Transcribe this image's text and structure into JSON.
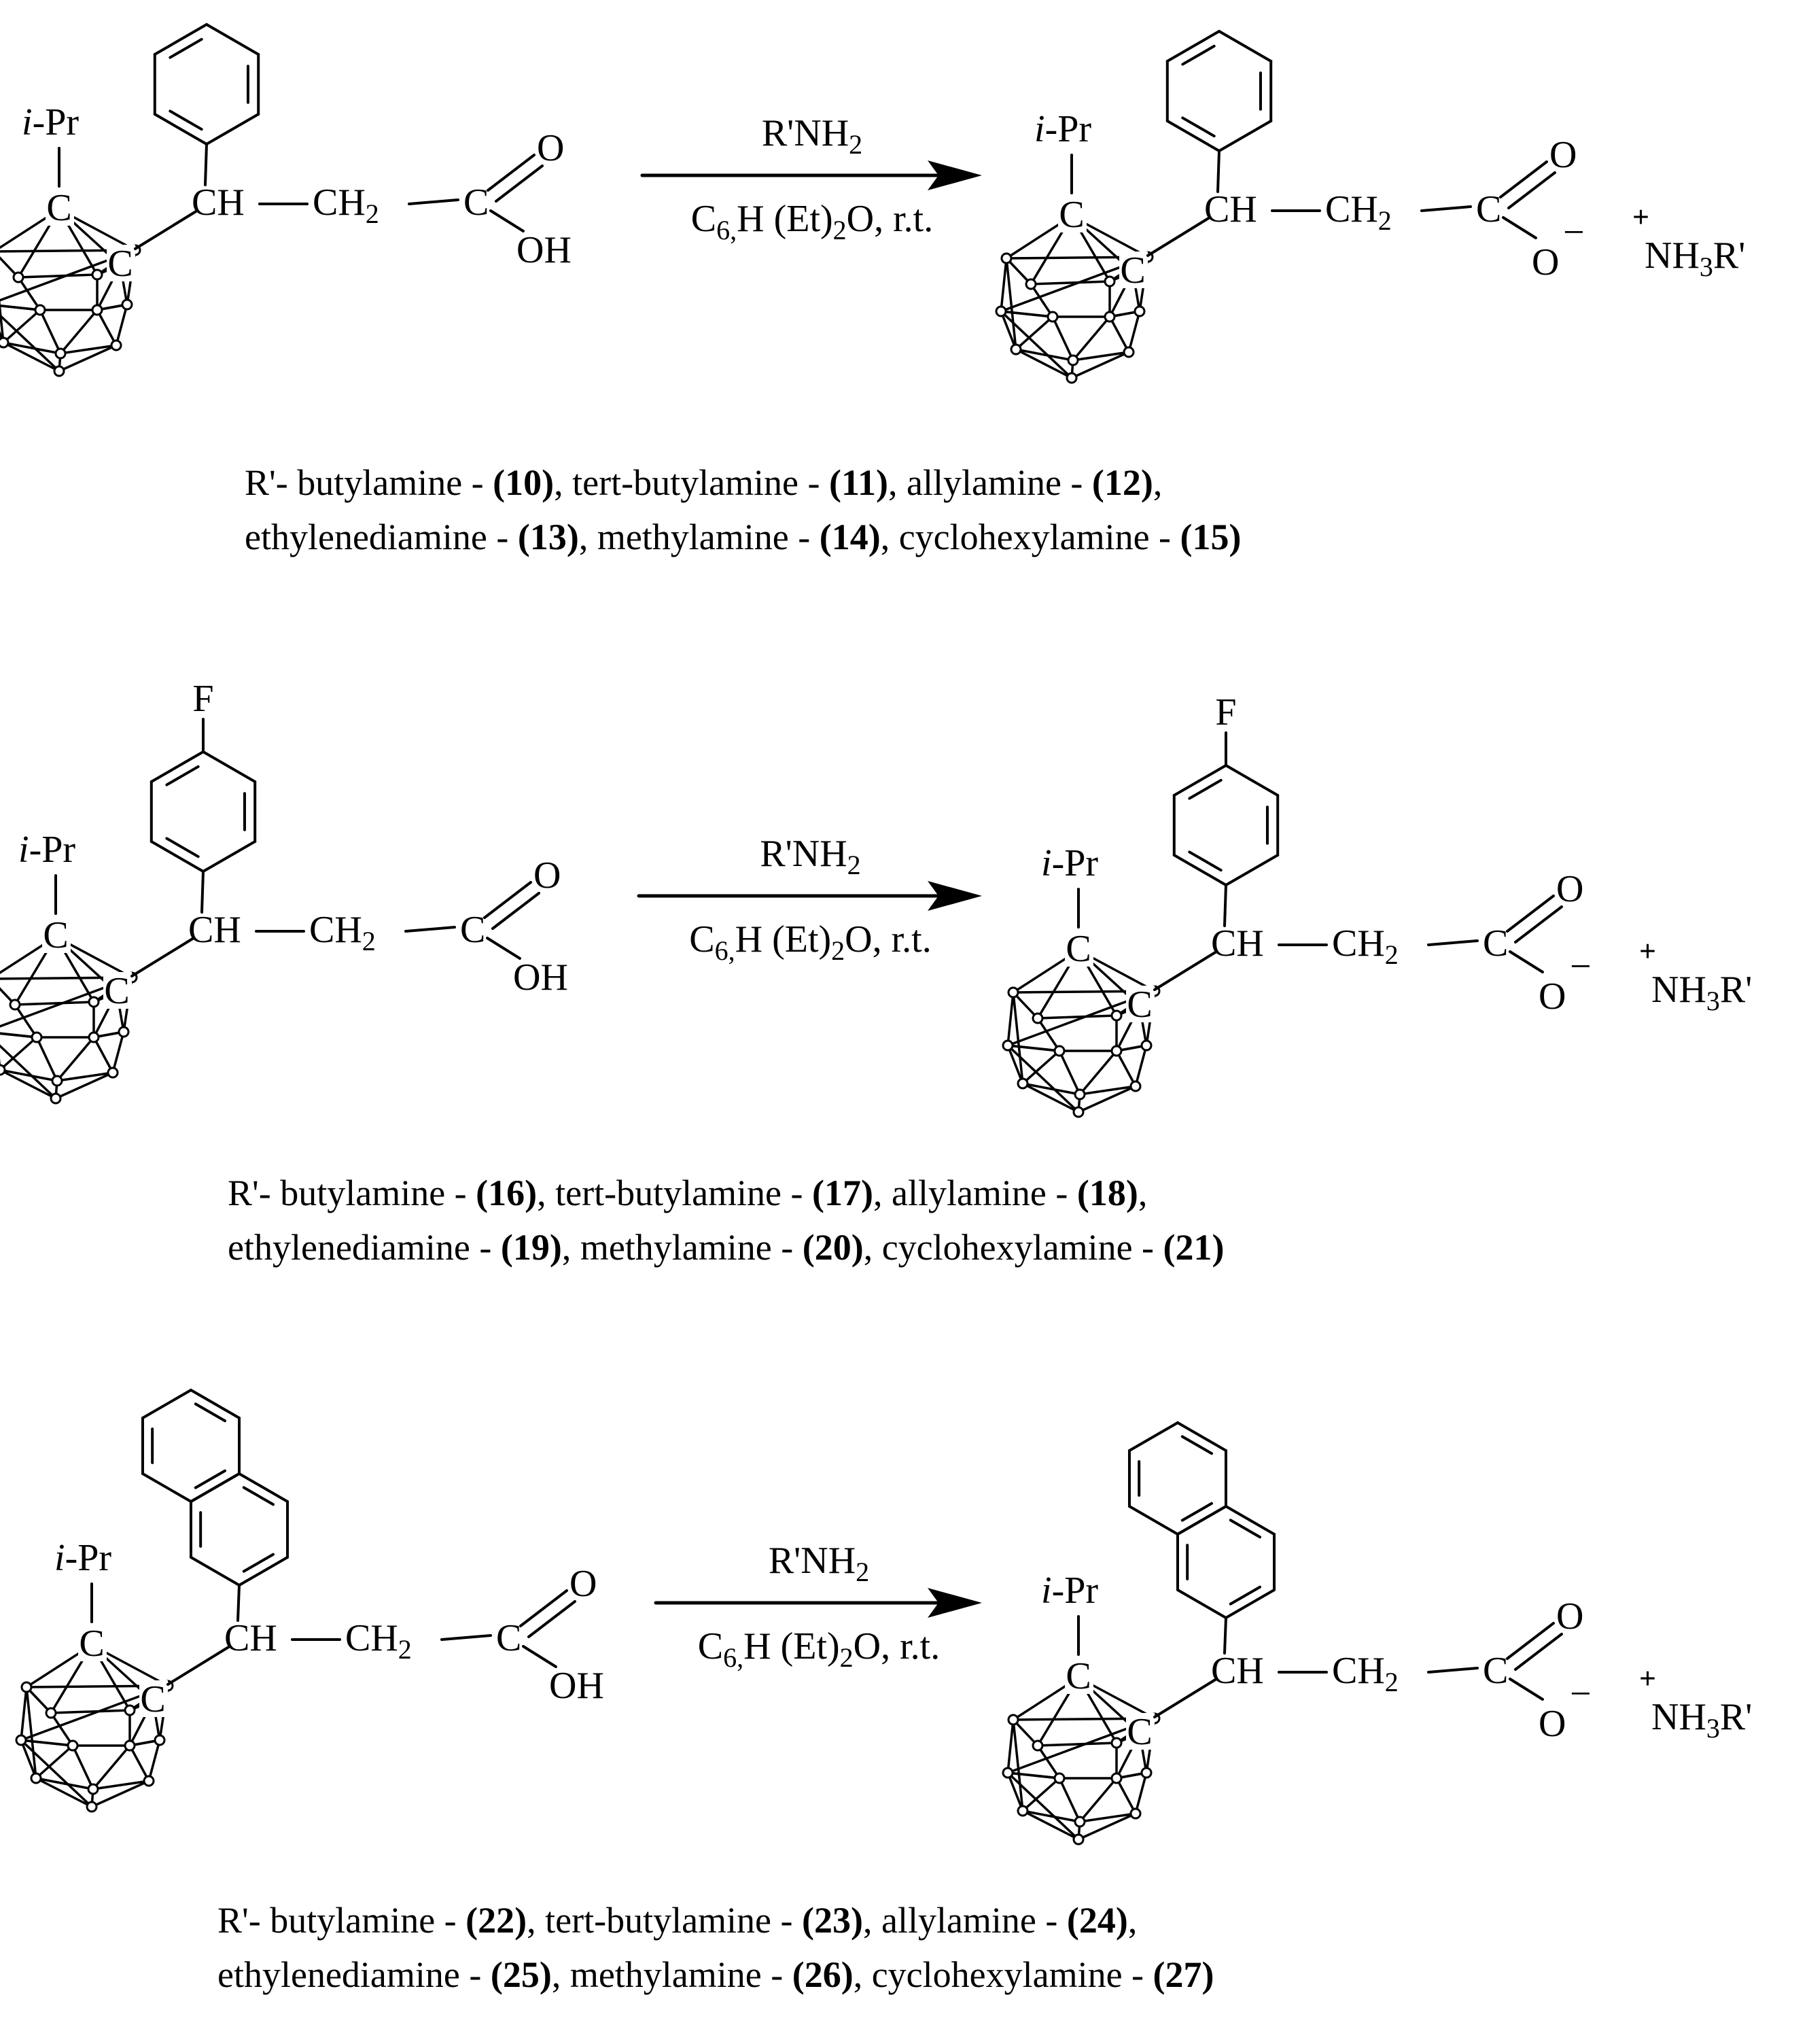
{
  "labels": {
    "ipr": "i-Pr",
    "ipr_italic": "i",
    "ipr_rest": "-Pr",
    "C": "C",
    "CH": "CH",
    "CH2": "CH",
    "O": "O",
    "OH": "OH",
    "Ominus": "O",
    "minus": "−",
    "plus": "+",
    "NH3R_a": "NH",
    "NH3R_b": "R'",
    "sub2": "2",
    "sub3": "3",
    "sub6": "6",
    "F": "F"
  },
  "reagent": {
    "top_a": "R'NH",
    "top_sub": "2",
    "bottom_c": "C",
    "bottom_sub": "6,",
    "bottom_h": "H",
    "bottom_rest_a": " (Et)",
    "bottom_rest_sub": "2",
    "bottom_rest_b": "O, r.t."
  },
  "schemes": [
    {
      "substituent": "phenyl",
      "caption_line1": [
        {
          "t": "R'- butylamine - "
        },
        {
          "t": "(10)",
          "b": true
        },
        {
          "t": ", tert-butylamine - "
        },
        {
          "t": "(11)",
          "b": true
        },
        {
          "t": ", allylamine - "
        },
        {
          "t": "(12)",
          "b": true
        },
        {
          "t": ","
        }
      ],
      "caption_line2": [
        {
          "t": "ethylenediamine - "
        },
        {
          "t": "(13)",
          "b": true
        },
        {
          "t": ", methylamine - "
        },
        {
          "t": "(14)",
          "b": true
        },
        {
          "t": ", cyclohexylamine - "
        },
        {
          "t": "(15)",
          "b": true
        }
      ]
    },
    {
      "substituent": "4-fluorophenyl",
      "caption_line1": [
        {
          "t": "R'- butylamine - "
        },
        {
          "t": "(16)",
          "b": true
        },
        {
          "t": ", tert-butylamine - "
        },
        {
          "t": "(17)",
          "b": true
        },
        {
          "t": ", allylamine - "
        },
        {
          "t": "(18)",
          "b": true
        },
        {
          "t": ","
        }
      ],
      "caption_line2": [
        {
          "t": "ethylenediamine - "
        },
        {
          "t": "(19)",
          "b": true
        },
        {
          "t": ", methylamine - "
        },
        {
          "t": "(20)",
          "b": true
        },
        {
          "t": ", cyclohexylamine - "
        },
        {
          "t": "(21)",
          "b": true
        }
      ]
    },
    {
      "substituent": "2-naphthyl",
      "caption_line1": [
        {
          "t": "R'- butylamine - "
        },
        {
          "t": "(22)",
          "b": true
        },
        {
          "t": ", tert-butylamine - "
        },
        {
          "t": "(23)",
          "b": true
        },
        {
          "t": ", allylamine - "
        },
        {
          "t": "(24)",
          "b": true
        },
        {
          "t": ","
        }
      ],
      "caption_line2": [
        {
          "t": "ethylenediamine - "
        },
        {
          "t": "(25)",
          "b": true
        },
        {
          "t": ", methylamine - "
        },
        {
          "t": "(26)",
          "b": true
        },
        {
          "t": ", cyclohexylamine - "
        },
        {
          "t": "(27)",
          "b": true
        }
      ]
    }
  ]
}
